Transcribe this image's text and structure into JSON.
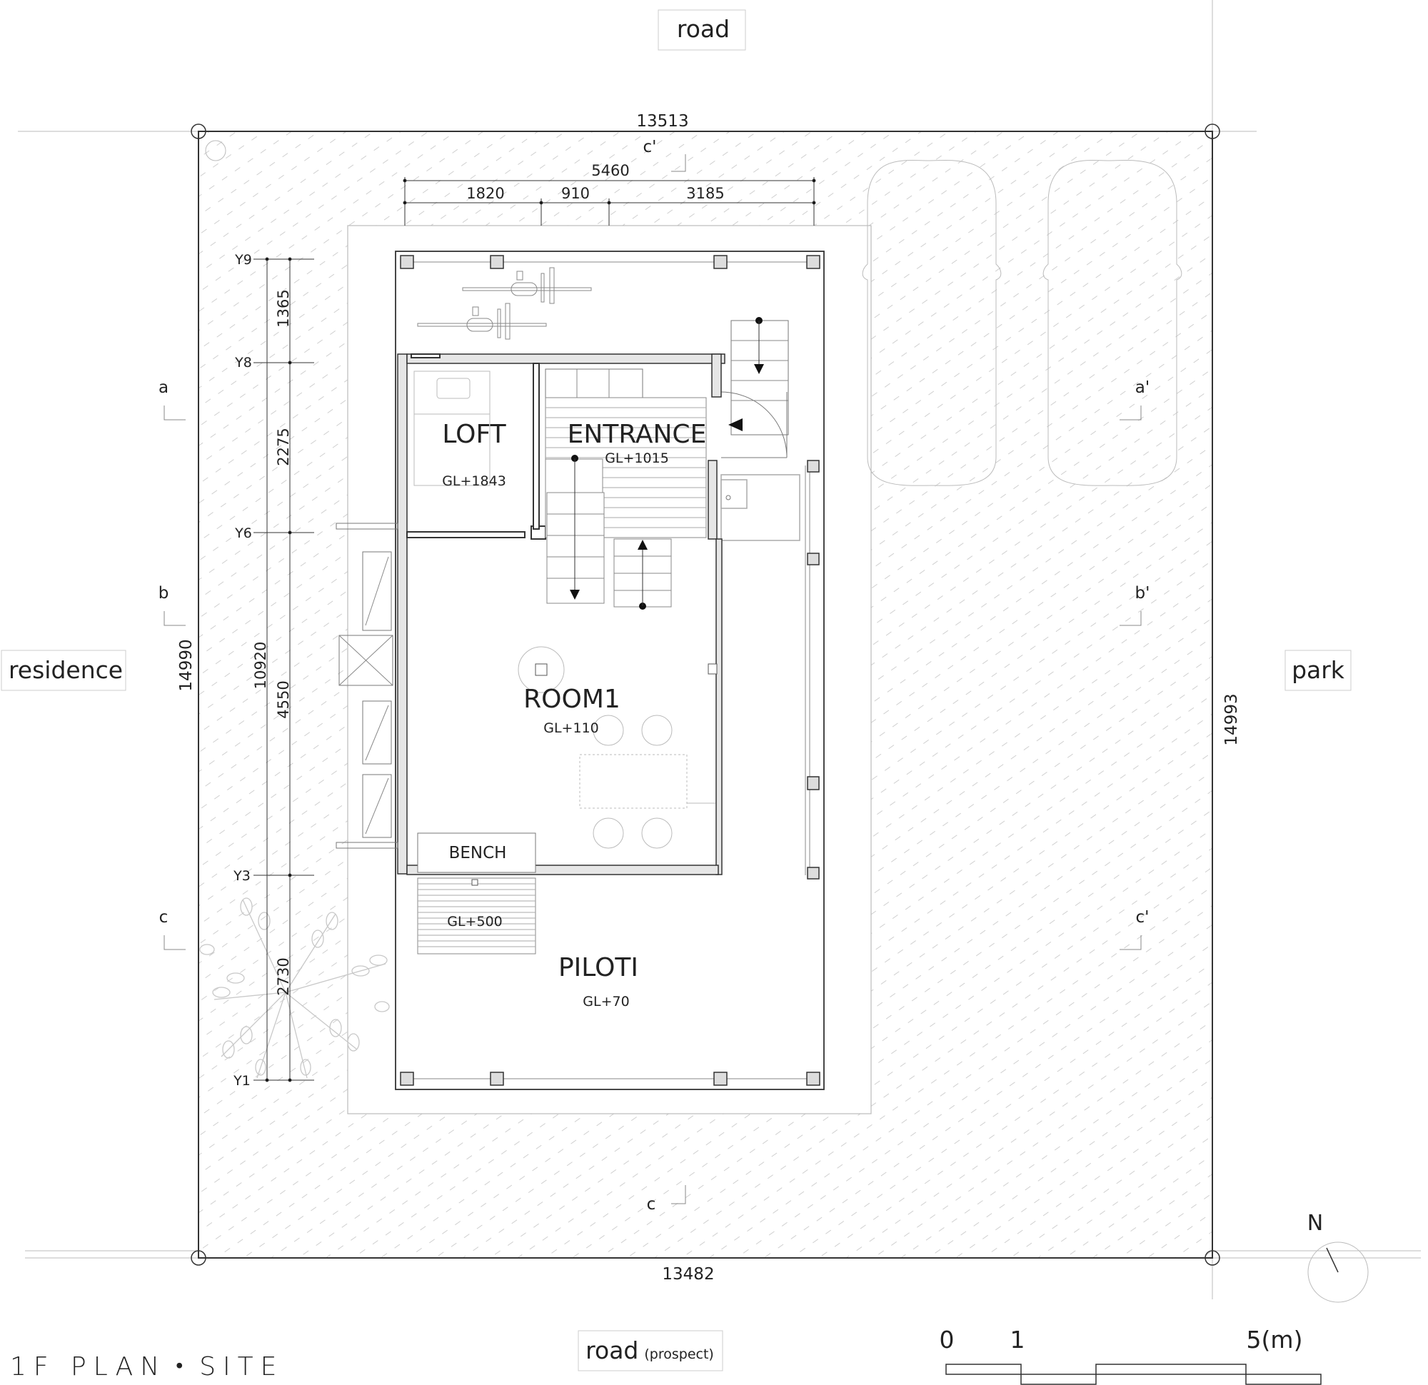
{
  "title": "1F PLAN・SITE",
  "surroundings": {
    "north": "road",
    "south": "road",
    "south_note": "(prospect)",
    "west": "residence",
    "east": "park"
  },
  "site_dimensions": {
    "top": "13513",
    "bottom": "13482",
    "left": "14990",
    "right": "14993"
  },
  "building_dimensions": {
    "total_width": "5460",
    "width_parts": [
      "1820",
      "910",
      "3185"
    ],
    "total_depth": "10920",
    "depth_parts": [
      "1365",
      "2275",
      "4550",
      "2730"
    ]
  },
  "grid_axes": [
    "Y9",
    "Y8",
    "Y6",
    "Y3",
    "Y1"
  ],
  "section_marks": {
    "a": "a",
    "a_prime": "a'",
    "b": "b",
    "b_prime": "b'",
    "c": "c",
    "c_prime": "c'"
  },
  "rooms": [
    {
      "name": "LOFT",
      "level": "GL+1843"
    },
    {
      "name": "ENTRANCE",
      "level": "GL+1015"
    },
    {
      "name": "ROOM1",
      "level": "GL+110"
    },
    {
      "name": "BENCH",
      "level": ""
    },
    {
      "name": "",
      "level": "GL+500"
    },
    {
      "name": "PILOTI",
      "level": "GL+70"
    }
  ],
  "north_arrow": "N",
  "scale_bar": {
    "labels": [
      "0",
      "1",
      "5(m)"
    ]
  },
  "colors": {
    "ink": "#222222",
    "hatch": "#cccccc",
    "wall_fill": "#e6e6e6"
  }
}
